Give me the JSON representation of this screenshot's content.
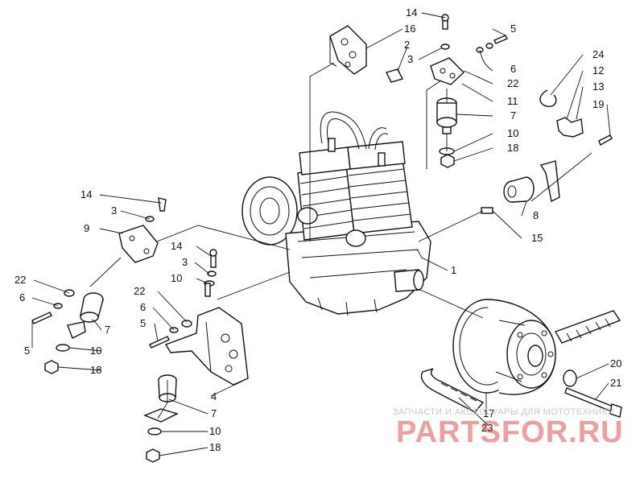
{
  "watermark": {
    "tagline": "ЗАПЧАСТИ И АКСЕССУАРЫ ДЛЯ МОТОТЕХНИКИ",
    "logo": "PARTSFOR.RU",
    "color": "#d62828"
  },
  "callouts": {
    "c1": "1",
    "c2": "2",
    "c3a": "3",
    "c3b": "3",
    "c3c": "3",
    "c4": "4",
    "c5a": "5",
    "c5b": "5",
    "c5c": "5",
    "c6a": "6",
    "c6b": "6",
    "c6c": "6",
    "c7a": "7",
    "c7b": "7",
    "c7c": "7",
    "c8": "8",
    "c9": "9",
    "c10a": "10",
    "c10b": "10",
    "c10c": "10",
    "c10d": "10",
    "c11": "11",
    "c12": "12",
    "c13": "13",
    "c14a": "14",
    "c14b": "14",
    "c14c": "14",
    "c15": "15",
    "c16": "16",
    "c17": "17",
    "c18a": "18",
    "c18b": "18",
    "c18c": "18",
    "c19": "19",
    "c20": "20",
    "c21": "21",
    "c22a": "22",
    "c22b": "22",
    "c22c": "22",
    "c23": "23",
    "c24": "24"
  }
}
